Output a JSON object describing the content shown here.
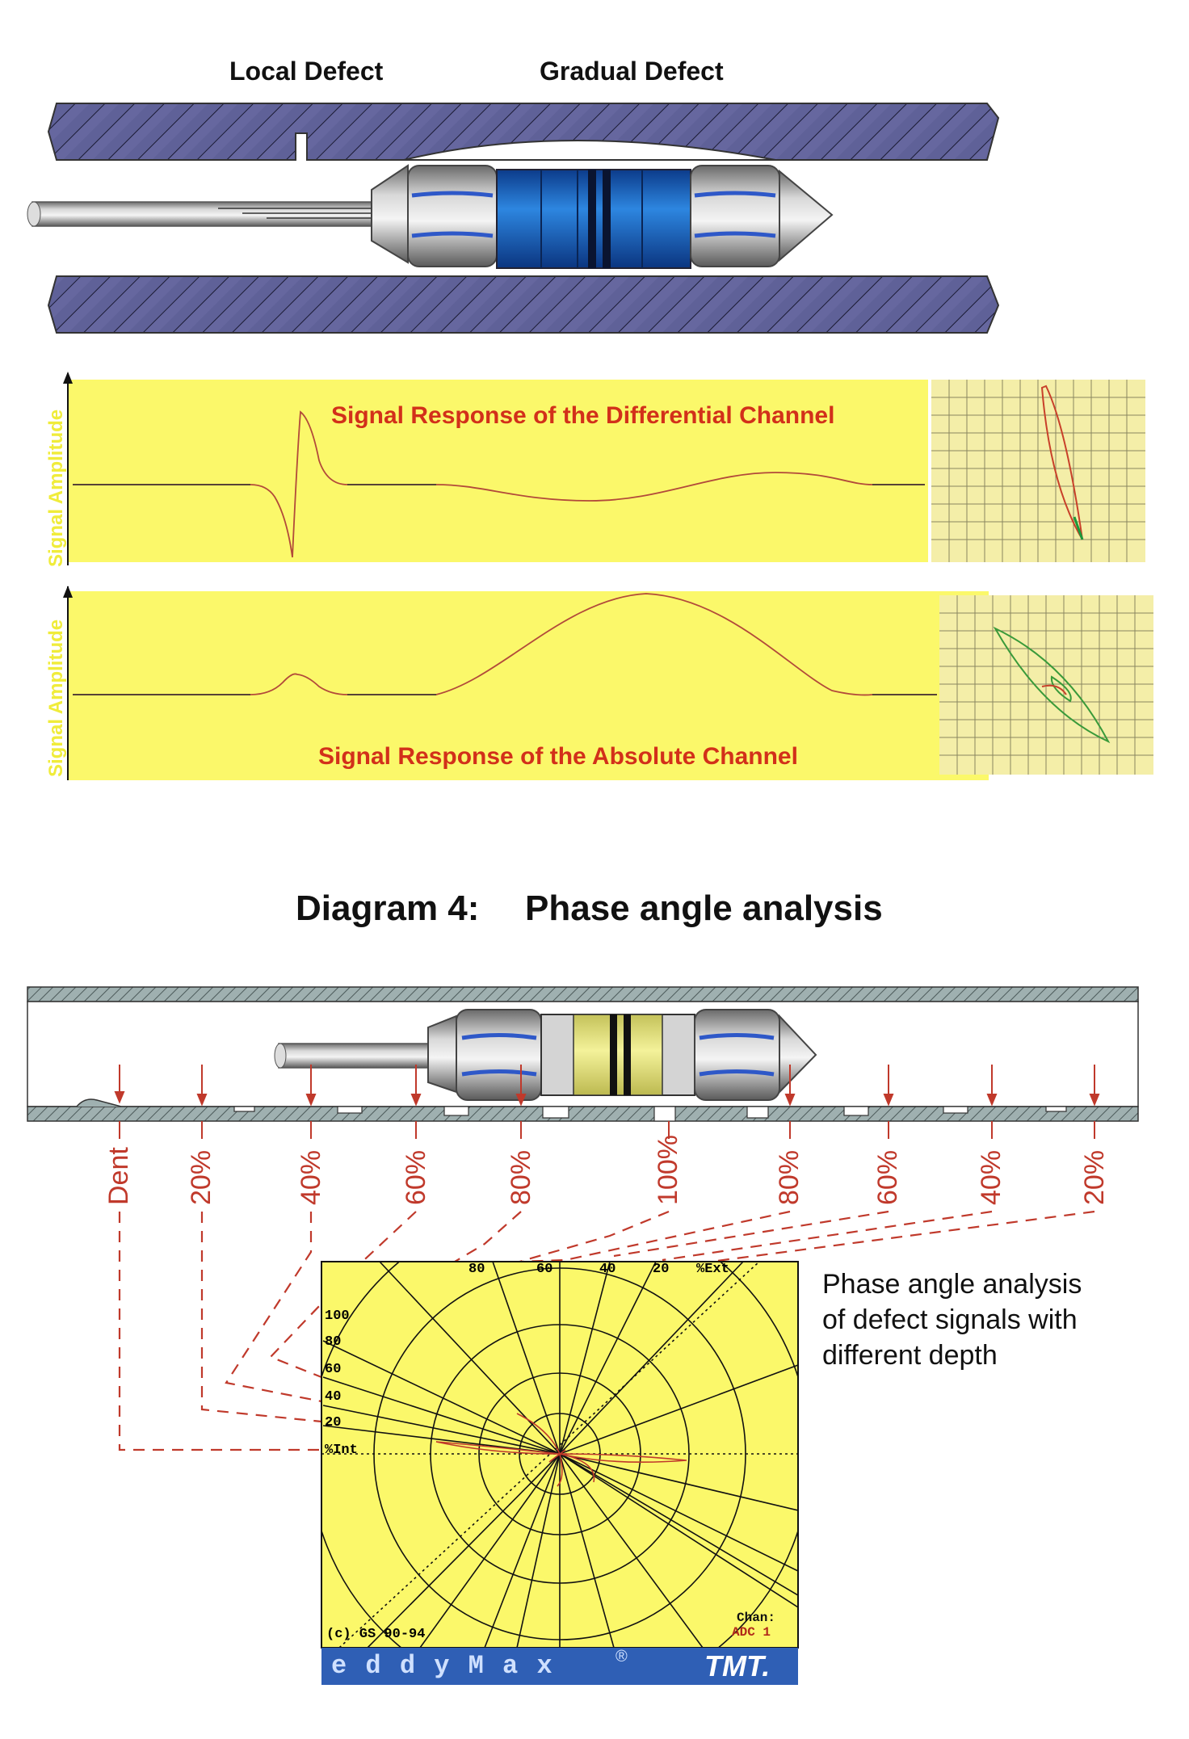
{
  "top": {
    "local_defect": "Local Defect",
    "gradual_defect": "Gradual Defect"
  },
  "differential": {
    "title": "Signal Response of the Differential Channel",
    "y_label": "Signal Amplitude"
  },
  "absolute": {
    "title": "Signal Response of the Absolute Channel",
    "y_label": "Signal Amplitude"
  },
  "diagram": {
    "number": "Diagram 4:",
    "title": "Phase angle analysis"
  },
  "defect_labels": [
    "Dent",
    "20%",
    "40%",
    "60%",
    "80%",
    "100%",
    "80%",
    "60%",
    "40%",
    "20%"
  ],
  "polar": {
    "top_ticks": [
      "80",
      "60",
      "40",
      "20",
      "%Ext"
    ],
    "left_ticks": [
      "100",
      "80",
      "60",
      "40",
      "20",
      "%Int"
    ],
    "copyright": "(c) GS 90-94",
    "chan_label": "Chan:",
    "chan_value": "ADC 1"
  },
  "brand": {
    "product": "e d d y M a x",
    "registered": "®",
    "company": "TMT."
  },
  "description": [
    "Phase angle analysis",
    "of defect signals with",
    "different depth"
  ],
  "colors": {
    "panel_yellow": "#fbf86a",
    "signal_red": "#d2301a",
    "pipe_purple": "#5b5c95",
    "probe_blue": "#1f63c8",
    "coil_yellow": "#e9e67a",
    "brand_blue": "#2f5fb5"
  }
}
